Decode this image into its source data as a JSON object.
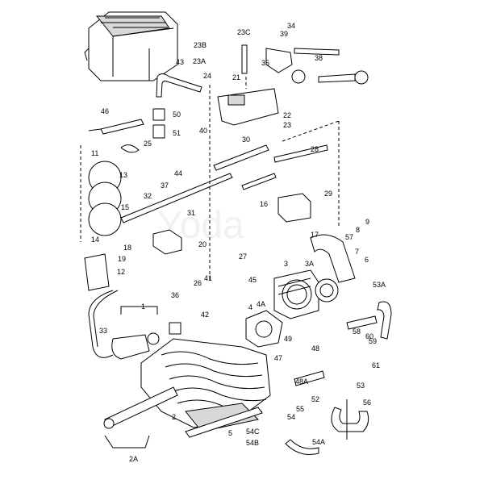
{
  "diagram": {
    "labels": [
      "1",
      "2",
      "2A",
      "3",
      "3A",
      "4",
      "4A",
      "5",
      "6",
      "7",
      "8",
      "9",
      "11",
      "12",
      "13",
      "14",
      "15",
      "16",
      "17",
      "18",
      "19",
      "20",
      "21",
      "22",
      "23",
      "23A",
      "23B",
      "23C",
      "24",
      "25",
      "26",
      "27",
      "28",
      "29",
      "30",
      "31",
      "32",
      "33",
      "34",
      "35",
      "36",
      "37",
      "38",
      "39",
      "40",
      "41",
      "42",
      "43",
      "44",
      "45",
      "46",
      "47",
      "48",
      "48A",
      "49",
      "50",
      "51",
      "52",
      "53",
      "53A",
      "54",
      "54A",
      "54B",
      "54C",
      "55",
      "56",
      "57",
      "58",
      "59",
      "60",
      "61"
    ],
    "watermark": "Yoda"
  }
}
